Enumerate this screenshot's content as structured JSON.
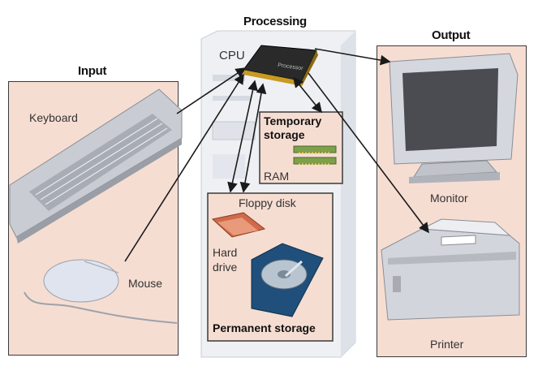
{
  "headings": {
    "input": "Input",
    "processing": "Processing",
    "output": "Output"
  },
  "labels": {
    "keyboard": "Keyboard",
    "mouse": "Mouse",
    "cpu": "CPU",
    "temporary_storage": "Temporary storage",
    "ram": "RAM",
    "floppy_disk": "Floppy disk",
    "hard_drive": "Hard drive",
    "permanent_storage": "Permanent storage",
    "monitor": "Monitor",
    "printer": "Printer"
  },
  "colors": {
    "panel_fill": "#f6ddd2",
    "panel_border": "#3a3a3a",
    "arrow": "#1a1a1a",
    "device_gray": "#c9ccd2",
    "ram_green": "#7fa04a"
  }
}
